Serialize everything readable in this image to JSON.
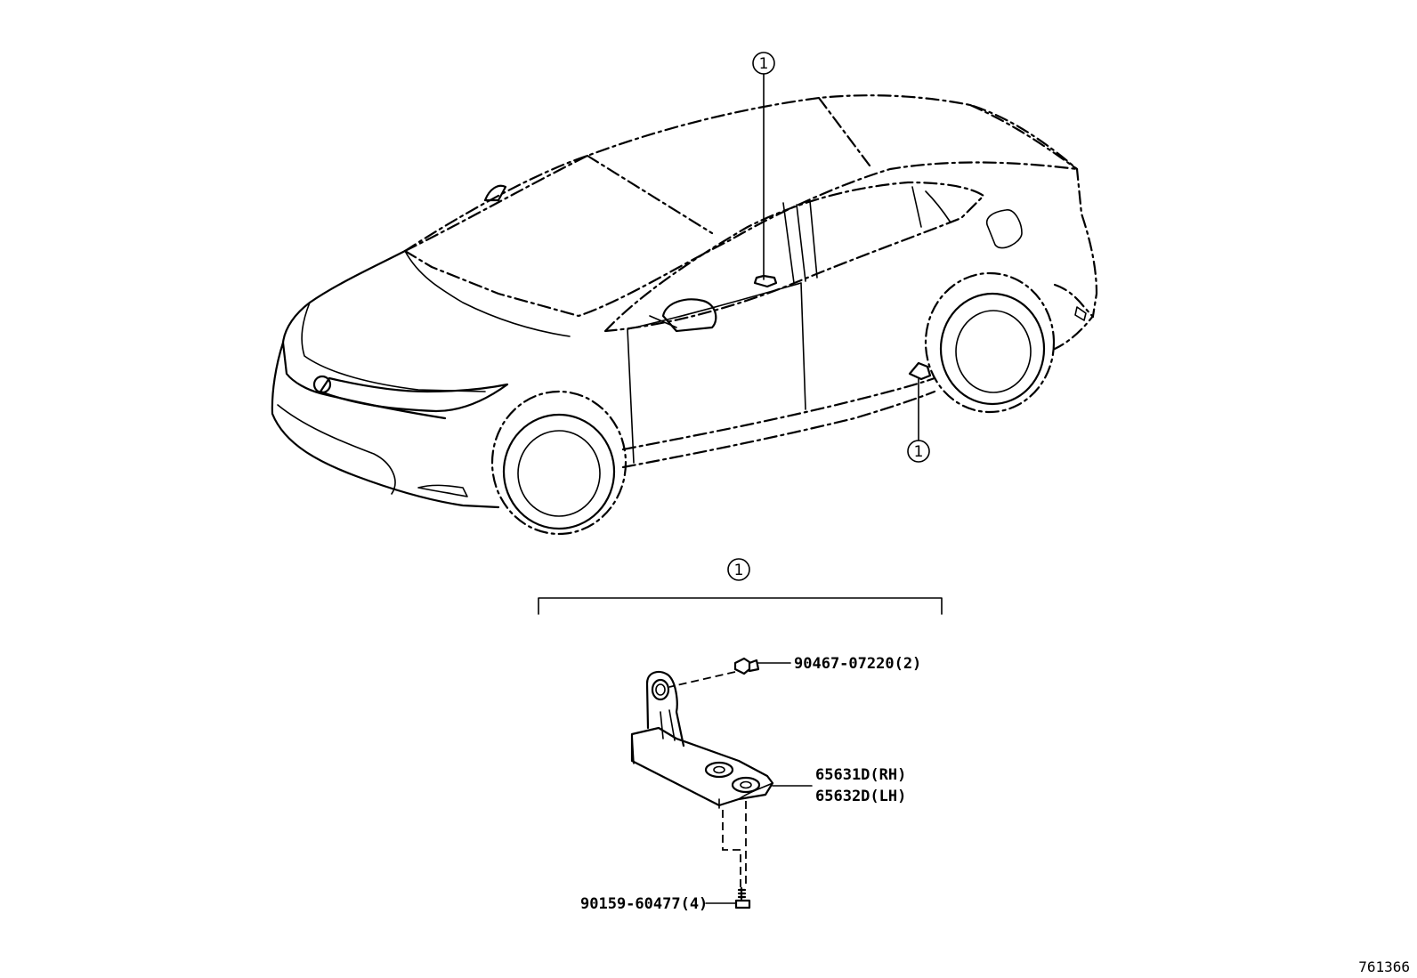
{
  "callouts": {
    "ref_number": "1"
  },
  "parts": {
    "clip": "90467-07220(2)",
    "bracket_rh": "65631D(RH)",
    "bracket_lh": "65632D(LH)",
    "bolt": "90159-60477(4)"
  },
  "catalog_number": "761366"
}
